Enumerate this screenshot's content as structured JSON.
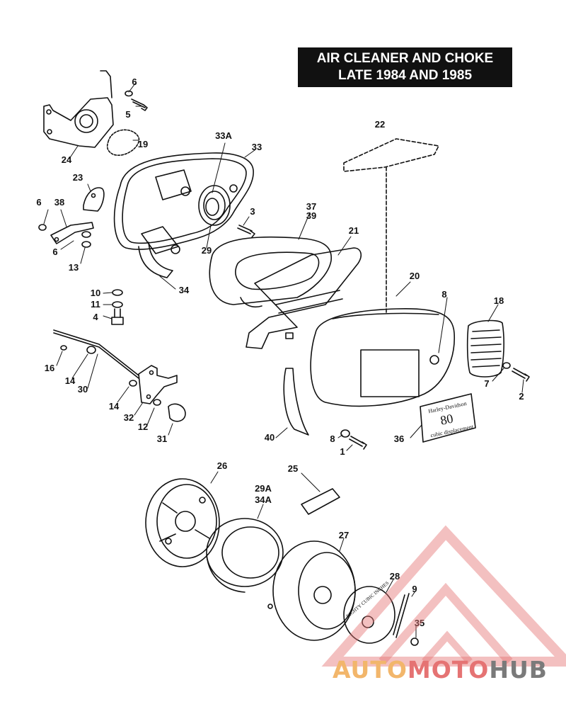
{
  "title": {
    "line1": "AIR CLEANER AND CHOKE",
    "line2": "LATE 1984 AND 1985"
  },
  "part_labels": [
    {
      "id": "p6a",
      "text": "6"
    },
    {
      "id": "p5",
      "text": "5"
    },
    {
      "id": "p19",
      "text": "19"
    },
    {
      "id": "p24",
      "text": "24"
    },
    {
      "id": "p33a",
      "text": "33A"
    },
    {
      "id": "p33",
      "text": "33"
    },
    {
      "id": "p22",
      "text": "22"
    },
    {
      "id": "p23",
      "text": "23"
    },
    {
      "id": "p6b",
      "text": "6"
    },
    {
      "id": "p38",
      "text": "38"
    },
    {
      "id": "p6c",
      "text": "6"
    },
    {
      "id": "p13",
      "text": "13"
    },
    {
      "id": "p29",
      "text": "29"
    },
    {
      "id": "p3",
      "text": "3"
    },
    {
      "id": "p37",
      "text": "37"
    },
    {
      "id": "p39",
      "text": "39"
    },
    {
      "id": "p21",
      "text": "21"
    },
    {
      "id": "p20",
      "text": "20"
    },
    {
      "id": "p34",
      "text": "34"
    },
    {
      "id": "p10",
      "text": "10"
    },
    {
      "id": "p11",
      "text": "11"
    },
    {
      "id": "p4",
      "text": "4"
    },
    {
      "id": "p8a",
      "text": "8"
    },
    {
      "id": "p18",
      "text": "18"
    },
    {
      "id": "p16",
      "text": "16"
    },
    {
      "id": "p14a",
      "text": "14"
    },
    {
      "id": "p30",
      "text": "30"
    },
    {
      "id": "p14b",
      "text": "14"
    },
    {
      "id": "p32",
      "text": "32"
    },
    {
      "id": "p12",
      "text": "12"
    },
    {
      "id": "p31",
      "text": "31"
    },
    {
      "id": "p7",
      "text": "7"
    },
    {
      "id": "p2",
      "text": "2"
    },
    {
      "id": "p36",
      "text": "36"
    },
    {
      "id": "p40",
      "text": "40"
    },
    {
      "id": "p8b",
      "text": "8"
    },
    {
      "id": "p1",
      "text": "1"
    },
    {
      "id": "p26",
      "text": "26"
    },
    {
      "id": "p25",
      "text": "25"
    },
    {
      "id": "p29a",
      "text": "29A"
    },
    {
      "id": "p34a",
      "text": "34A"
    },
    {
      "id": "p27",
      "text": "27"
    },
    {
      "id": "p28",
      "text": "28"
    },
    {
      "id": "p9",
      "text": "9"
    },
    {
      "id": "p35",
      "text": "35"
    }
  ],
  "emblem_plate": {
    "brand": "Harley-Davidson",
    "number": "80",
    "caption": "cubic displacement"
  },
  "filter_cover_text": "EIGHTY CUBIC INCHES",
  "watermark": {
    "auto": "AUTO",
    "moto": "MOTO",
    "hub": "HUB",
    "logo_color": "#e57373",
    "hub_color": "#7a7a7a",
    "auto_color": "#f2b66b"
  }
}
